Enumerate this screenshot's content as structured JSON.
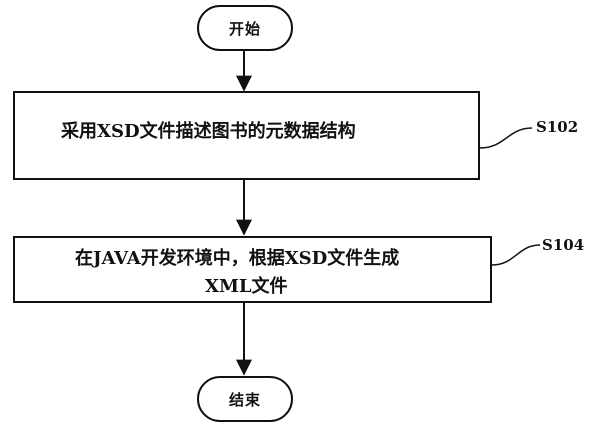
{
  "nodes": {
    "start": {
      "label": "开始"
    },
    "step1": {
      "text": "采用XSD文件描述图书的元数据结构",
      "id_label": "S102"
    },
    "step2": {
      "line1": "在JAVA开发环境中，根据XSD文件生成",
      "line2": "XML文件",
      "id_label": "S104"
    },
    "end": {
      "label": "结束"
    }
  }
}
